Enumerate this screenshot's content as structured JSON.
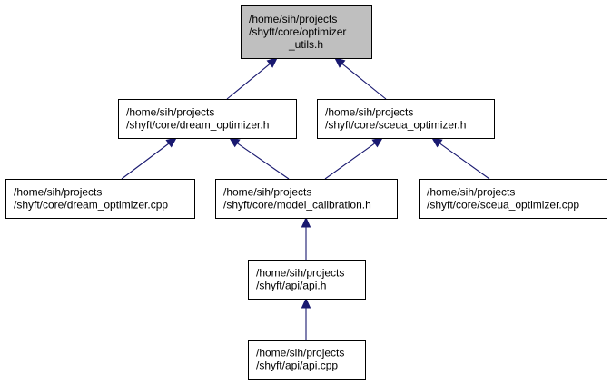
{
  "colors": {
    "highlight_fill": "#bfbfbf",
    "node_fill": "#ffffff",
    "border": "#000000",
    "edge": "#191970"
  },
  "nodes": [
    {
      "id": "optimizer_utils",
      "lines": [
        "/home/sih/projects",
        "/shyft/core/optimizer",
        "_utils.h"
      ],
      "highlighted": true
    },
    {
      "id": "dream_optimizer_h",
      "lines": [
        "/home/sih/projects",
        "/shyft/core/dream_optimizer.h"
      ],
      "highlighted": false
    },
    {
      "id": "sceua_optimizer_h",
      "lines": [
        "/home/sih/projects",
        "/shyft/core/sceua_optimizer.h"
      ],
      "highlighted": false
    },
    {
      "id": "dream_optimizer_cpp",
      "lines": [
        "/home/sih/projects",
        "/shyft/core/dream_optimizer.cpp"
      ],
      "highlighted": false
    },
    {
      "id": "model_calibration_h",
      "lines": [
        "/home/sih/projects",
        "/shyft/core/model_calibration.h"
      ],
      "highlighted": false
    },
    {
      "id": "sceua_optimizer_cpp",
      "lines": [
        "/home/sih/projects",
        "/shyft/core/sceua_optimizer.cpp"
      ],
      "highlighted": false
    },
    {
      "id": "api_h",
      "lines": [
        "/home/sih/projects",
        "/shyft/api/api.h"
      ],
      "highlighted": false
    },
    {
      "id": "api_cpp",
      "lines": [
        "/home/sih/projects",
        "/shyft/api/api.cpp"
      ],
      "highlighted": false
    }
  ],
  "edges": [
    {
      "from": "dream_optimizer_h",
      "to": "optimizer_utils"
    },
    {
      "from": "sceua_optimizer_h",
      "to": "optimizer_utils"
    },
    {
      "from": "dream_optimizer_cpp",
      "to": "dream_optimizer_h"
    },
    {
      "from": "model_calibration_h",
      "to": "dream_optimizer_h"
    },
    {
      "from": "model_calibration_h",
      "to": "sceua_optimizer_h"
    },
    {
      "from": "sceua_optimizer_cpp",
      "to": "sceua_optimizer_h"
    },
    {
      "from": "api_h",
      "to": "model_calibration_h"
    },
    {
      "from": "api_cpp",
      "to": "api_h"
    }
  ]
}
